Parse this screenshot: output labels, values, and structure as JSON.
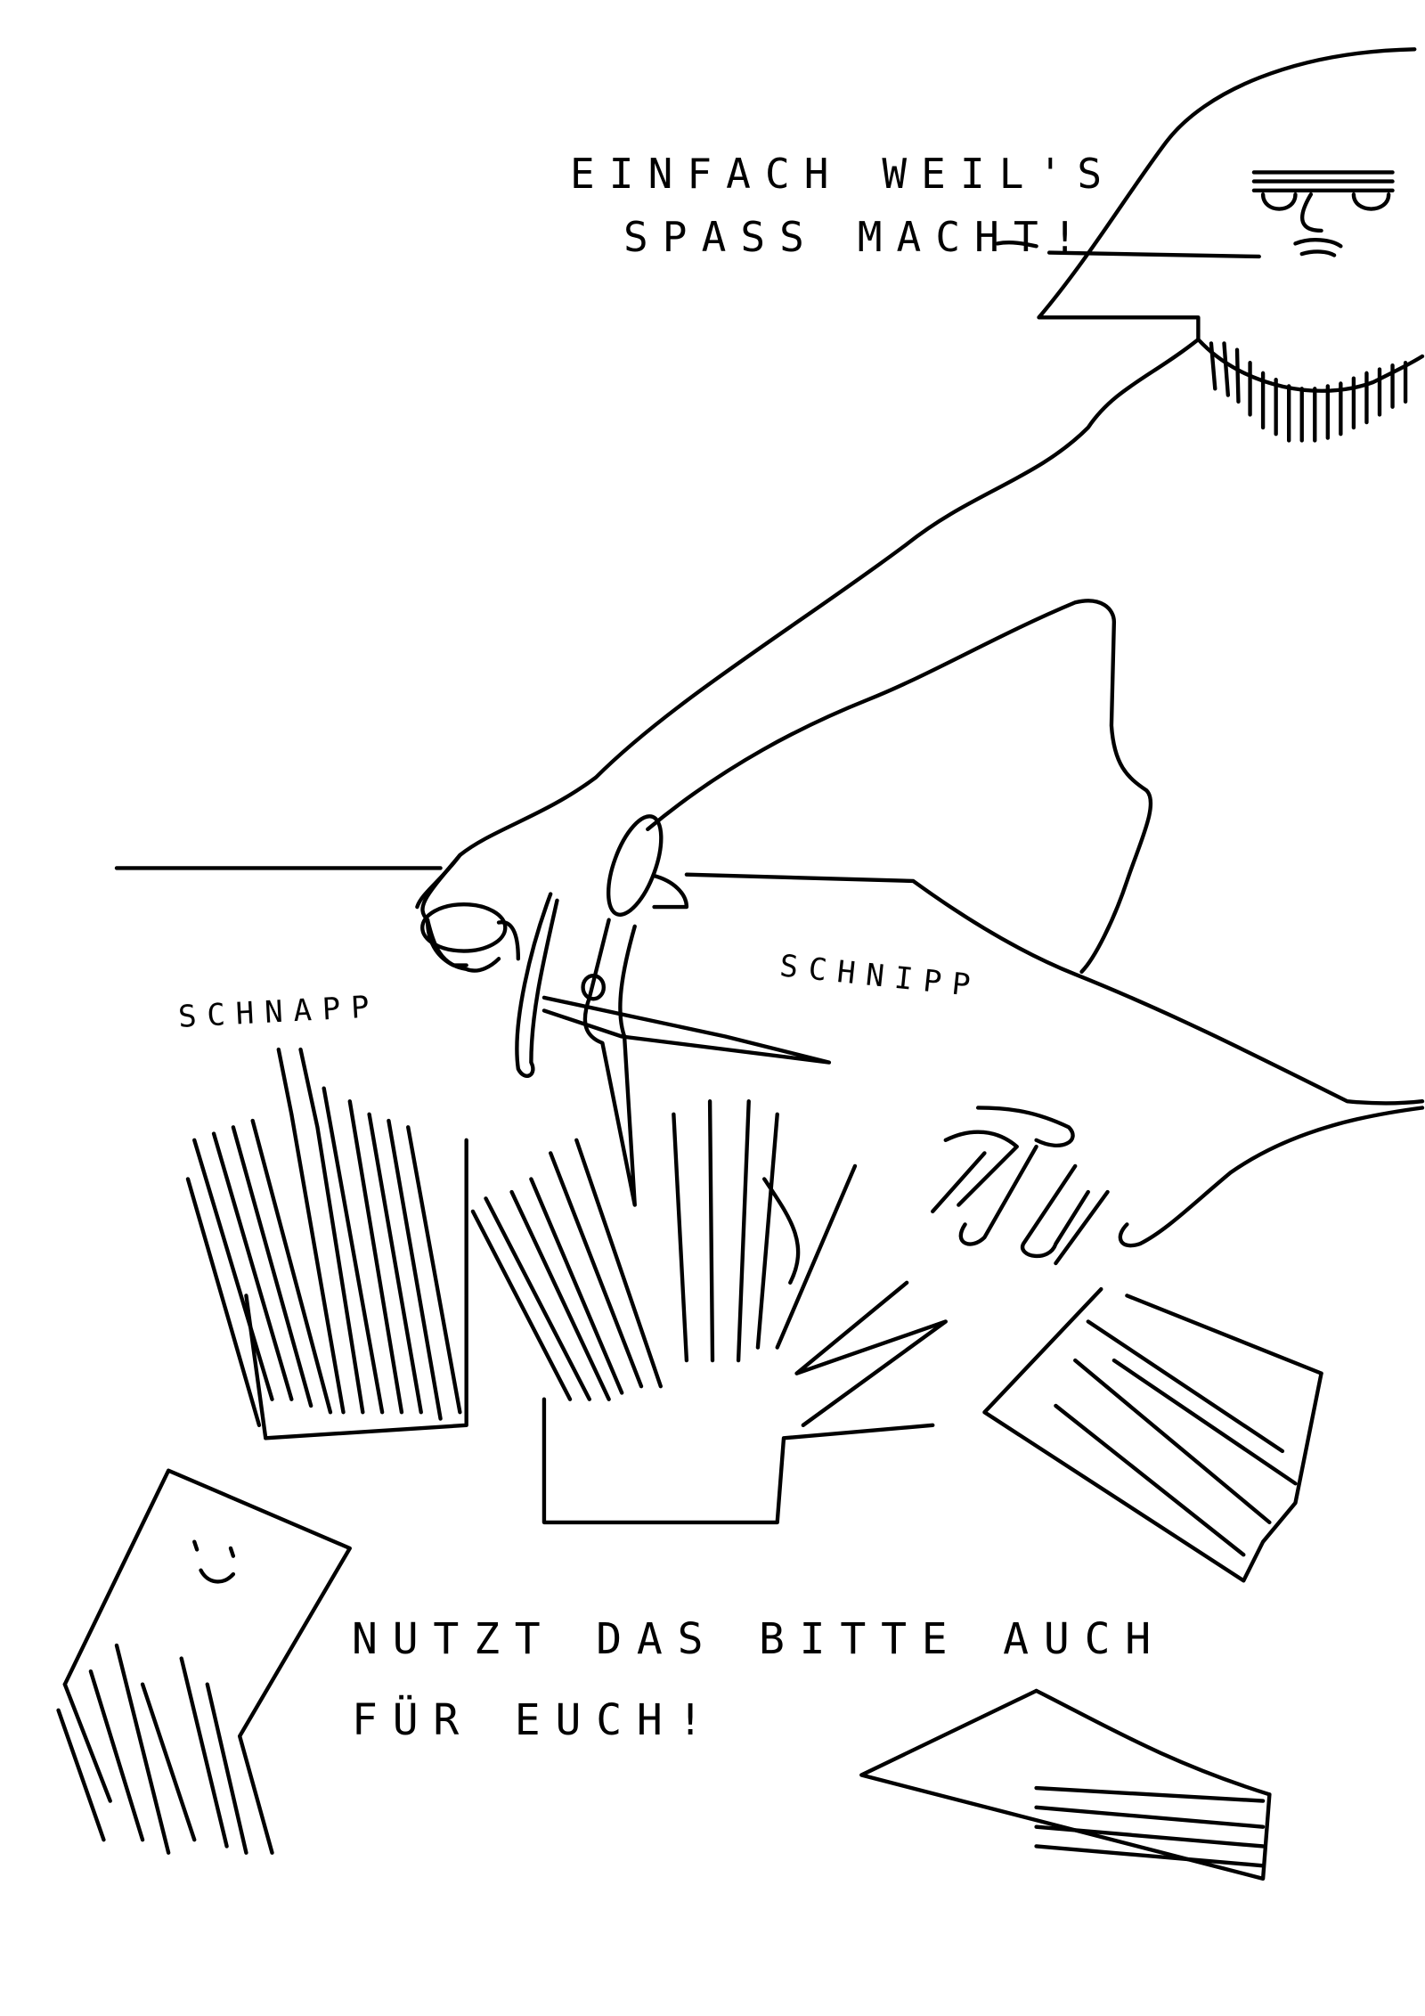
{
  "speech_bubble": {
    "line1": "Einfach weil's",
    "line2": "Spaß macht!"
  },
  "sound_effects": {
    "left": "Schnapp",
    "right": "Schnipp"
  },
  "caption": {
    "line1": "Nutzt das bitte auch",
    "line2": "für euch!"
  }
}
